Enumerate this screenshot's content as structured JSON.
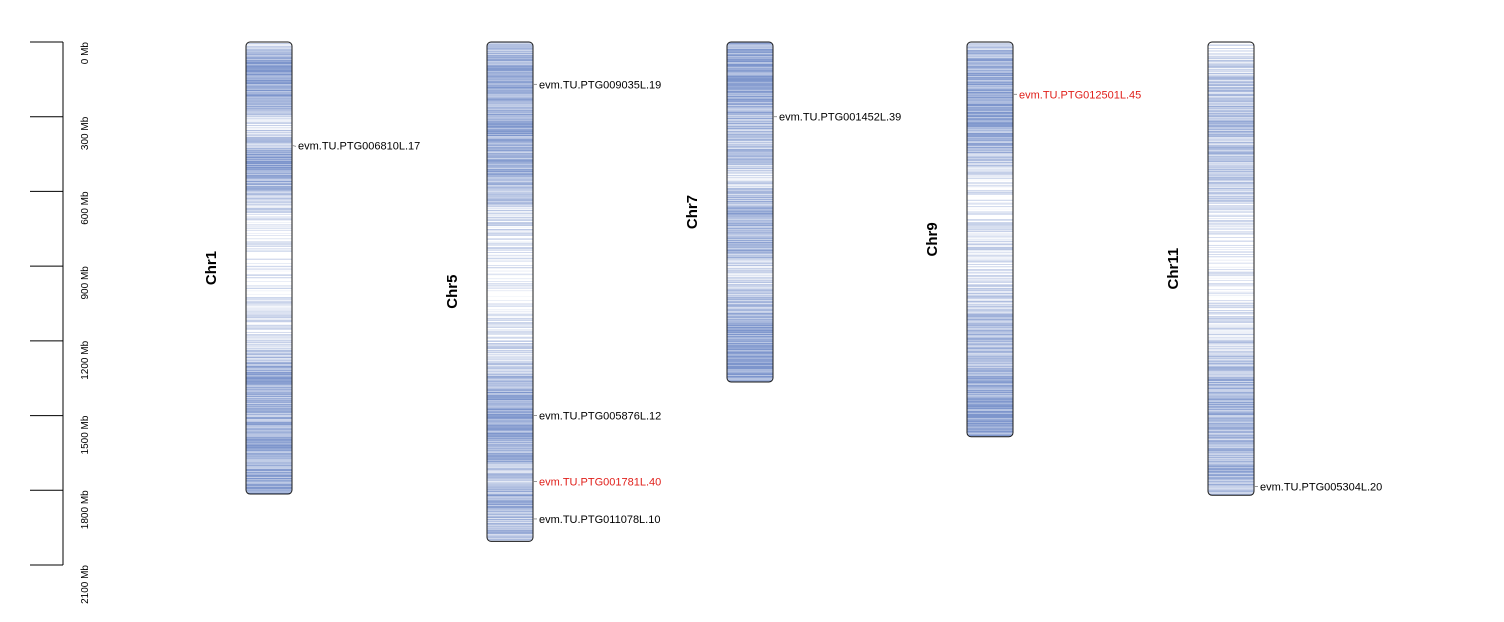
{
  "scale": {
    "unit": "Mb",
    "max": 2100,
    "ticks": [
      {
        "value": 0,
        "label": "0 Mb"
      },
      {
        "value": 300,
        "label": "300 Mb"
      },
      {
        "value": 600,
        "label": "600 Mb"
      },
      {
        "value": 900,
        "label": "900 Mb"
      },
      {
        "value": 1200,
        "label": "1200 Mb"
      },
      {
        "value": 1500,
        "label": "1500 Mb"
      },
      {
        "value": 1800,
        "label": "1800 Mb"
      },
      {
        "value": 2100,
        "label": "2100 Mb"
      }
    ]
  },
  "colors": {
    "chromosome_dense": "#7d95cc",
    "chromosome_sparse": "#ffffff",
    "gene_default": "#000000",
    "gene_highlight": "#e0201b",
    "axis": "#000000",
    "connector": "#7f7f7f"
  },
  "chromosomes": [
    {
      "name": "Chr1",
      "length_mb": 1815,
      "density_profile": [
        0.2,
        0.85,
        0.8,
        0.75,
        0.2,
        0.45,
        0.9,
        0.7,
        0.35,
        0.15,
        0.1,
        0.08,
        0.1,
        0.15,
        0.2,
        0.15,
        0.5,
        0.85,
        0.65,
        0.6,
        0.8,
        0.7,
        0.75,
        0.8
      ],
      "genes": [
        {
          "name": "evm.TU.PTG006810L.17",
          "position_mb": 415,
          "highlight": false
        }
      ]
    },
    {
      "name": "Chr5",
      "length_mb": 2005,
      "density_profile": [
        0.35,
        0.75,
        0.75,
        0.7,
        0.8,
        0.65,
        0.7,
        0.6,
        0.35,
        0.25,
        0.15,
        0.08,
        0.05,
        0.1,
        0.2,
        0.35,
        0.55,
        0.8,
        0.8,
        0.75,
        0.7,
        0.4,
        0.8,
        0.5,
        0.6
      ],
      "genes": [
        {
          "name": "evm.TU.PTG009035L.19",
          "position_mb": 170,
          "highlight": false
        },
        {
          "name": "evm.TU.PTG005876L.12",
          "position_mb": 1500,
          "highlight": false
        },
        {
          "name": "evm.TU.PTG001781L.40",
          "position_mb": 1765,
          "highlight": true
        },
        {
          "name": "evm.TU.PTG011078L.10",
          "position_mb": 1915,
          "highlight": false
        }
      ]
    },
    {
      "name": "Chr7",
      "length_mb": 1365,
      "density_profile": [
        0.7,
        0.8,
        0.8,
        0.75,
        0.6,
        0.5,
        0.55,
        0.3,
        0.45,
        0.7,
        0.6,
        0.7,
        0.2,
        0.35,
        0.6,
        0.8,
        0.75,
        0.85,
        0.8
      ],
      "genes": [
        {
          "name": "evm.TU.PTG001452L.39",
          "position_mb": 300,
          "highlight": false
        }
      ]
    },
    {
      "name": "Chr9",
      "length_mb": 1585,
      "density_profile": [
        0.45,
        0.7,
        0.75,
        0.8,
        0.75,
        0.65,
        0.5,
        0.25,
        0.15,
        0.15,
        0.3,
        0.25,
        0.2,
        0.35,
        0.6,
        0.55,
        0.5,
        0.7,
        0.75,
        0.8,
        0.75
      ],
      "genes": [
        {
          "name": "evm.TU.PTG012501L.45",
          "position_mb": 210,
          "highlight": true
        }
      ]
    },
    {
      "name": "Chr11",
      "length_mb": 1820,
      "density_profile": [
        0.15,
        0.3,
        0.45,
        0.5,
        0.6,
        0.5,
        0.55,
        0.45,
        0.3,
        0.15,
        0.08,
        0.1,
        0.12,
        0.1,
        0.25,
        0.35,
        0.45,
        0.6,
        0.7,
        0.65,
        0.55,
        0.6,
        0.65,
        0.55
      ],
      "genes": [
        {
          "name": "evm.TU.PTG005304L.20",
          "position_mb": 1785,
          "highlight": false
        }
      ]
    }
  ]
}
